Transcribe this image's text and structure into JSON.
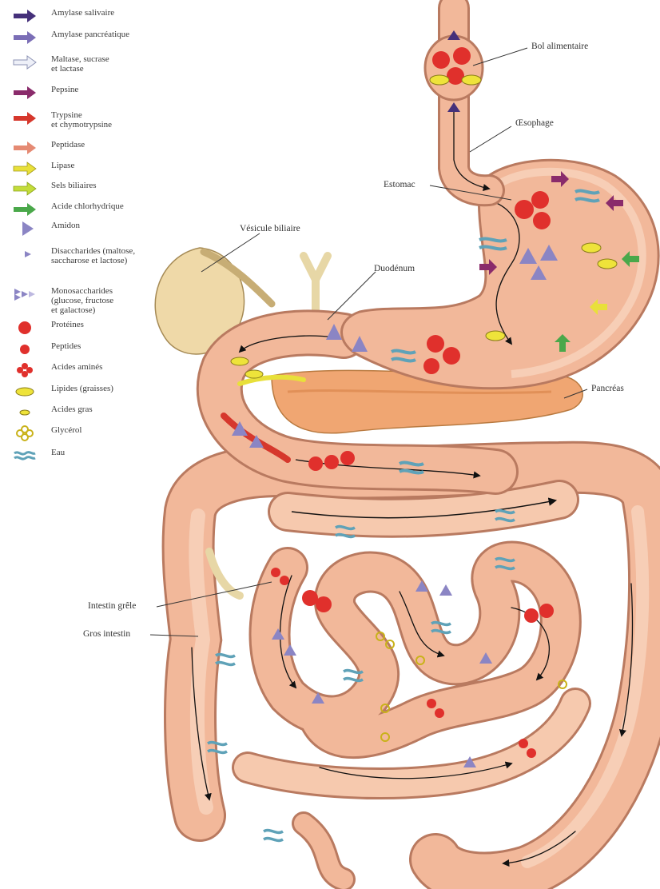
{
  "legend": [
    {
      "icon": "arrow-navy-icon",
      "color": "#45307a",
      "label": "Amylase salivaire"
    },
    {
      "icon": "arrow-lavender-icon",
      "color": "#7b6eb6",
      "label": "Amylase pancréatique"
    },
    {
      "icon": "arrow-white-outline-icon",
      "color": "#dfe3f1",
      "label": "Maltase, sucrase\net lactase"
    },
    {
      "icon": "arrow-purple-icon",
      "color": "#8a2b6b",
      "label": "Pepsine"
    },
    {
      "icon": "arrow-red-icon",
      "color": "#d6372c",
      "label": "Trypsine\net chymotrypsine"
    },
    {
      "icon": "arrow-salmon-icon",
      "color": "#e58a73",
      "label": "Peptidase"
    },
    {
      "icon": "arrow-yellow-icon",
      "color": "#e8e03a",
      "label": "Lipase"
    },
    {
      "icon": "arrow-yellowgreen-icon",
      "color": "#c3dc3a",
      "label": "Sels biliaires"
    },
    {
      "icon": "arrow-green-icon",
      "color": "#4aa84a",
      "label": "Acide chlorhydrique"
    },
    {
      "icon": "triangle-large-icon",
      "color": "#8b85c4",
      "label": "Amidon"
    },
    {
      "icon": "triangle-small-icon",
      "color": "#8b85c4",
      "label": "Disaccharides (maltose,\nsaccharose et lactose)"
    },
    {
      "icon": "triangle-cluster-icon",
      "color": "#8b85c4",
      "label": "Monosaccharides\n(glucose, fructose\net galactose)"
    },
    {
      "icon": "circle-large-icon",
      "color": "#e0302c",
      "label": "Protéines"
    },
    {
      "icon": "circle-medium-icon",
      "color": "#e0302c",
      "label": "Peptides"
    },
    {
      "icon": "circle-cluster-icon",
      "color": "#e0302c",
      "label": "Acides aminés"
    },
    {
      "icon": "ellipse-large-icon",
      "color": "#eee33a",
      "label": "Lipides (graisses)"
    },
    {
      "icon": "ellipse-small-icon",
      "color": "#eee33a",
      "label": "Acides gras"
    },
    {
      "icon": "glycerol-icon",
      "color": "#e3d43a",
      "label": "Glycérol"
    },
    {
      "icon": "water-waves-icon",
      "color": "#5fa2b8",
      "label": "Eau"
    }
  ],
  "callouts": {
    "bol": "Bol alimentaire",
    "oesophage": "Œsophage",
    "estomac": "Estomac",
    "vesicule": "Vésicule biliaire",
    "duodenum": "Duodénum",
    "pancreas": "Pancréas",
    "intestin_grele": "Intestin grêle",
    "gros_intestin": "Gros intestin"
  },
  "colors": {
    "tissue": "#f2b89a",
    "tissue_light": "#f8d3bd",
    "tissue_edge": "#b97a60",
    "pancreas": "#f0a672",
    "gallbladder": "#efd9a8"
  }
}
